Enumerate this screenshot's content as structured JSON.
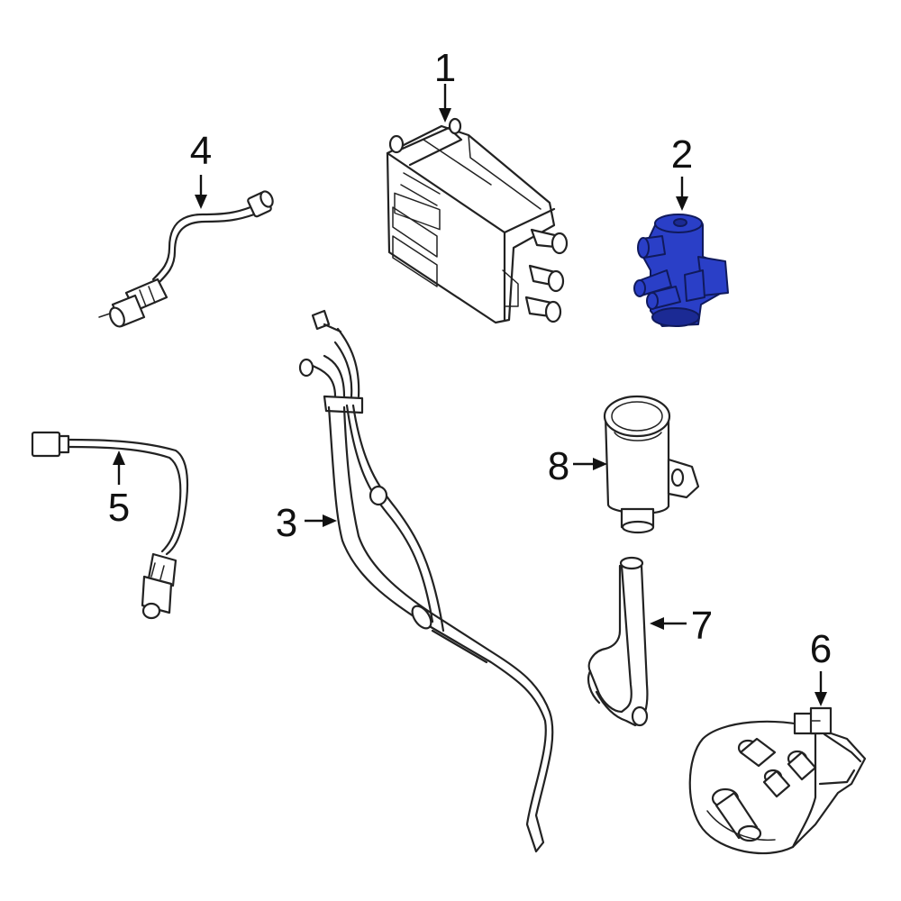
{
  "diagram": {
    "highlight_color": "#2a3fc7",
    "line_color": "#222222",
    "callouts": [
      {
        "id": "1",
        "label": "1"
      },
      {
        "id": "2",
        "label": "2"
      },
      {
        "id": "3",
        "label": "3"
      },
      {
        "id": "4",
        "label": "4"
      },
      {
        "id": "5",
        "label": "5"
      },
      {
        "id": "6",
        "label": "6"
      },
      {
        "id": "7",
        "label": "7"
      },
      {
        "id": "8",
        "label": "8"
      }
    ],
    "highlighted_part": "2"
  }
}
